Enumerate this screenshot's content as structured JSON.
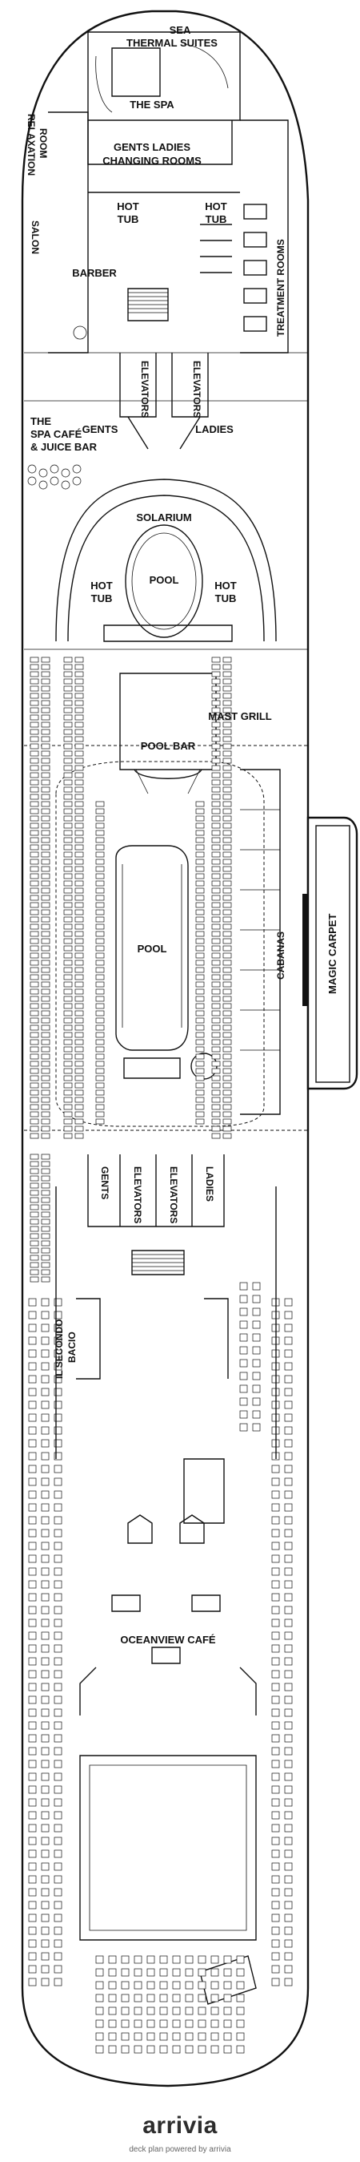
{
  "labels": {
    "sea_thermal_1": "SEA",
    "sea_thermal_2": "THERMAL SUITES",
    "the_spa": "THE SPA",
    "relaxation_1": "RELAXATION",
    "relaxation_2": "ROOM",
    "gents_ladies_1": "GENTS    LADIES",
    "changing_rooms": "CHANGING ROOMS",
    "salon": "SALON",
    "barber": "BARBER",
    "hot_tub_a": "HOT",
    "hot_tub_b": "TUB",
    "treatment_rooms": "TREATMENT ROOMS",
    "elevators": "ELEVATORS",
    "gents": "GENTS",
    "ladies": "LADIES",
    "spa_cafe_1": "THE",
    "spa_cafe_2": "SPA CAFÉ",
    "spa_cafe_3": "& JUICE BAR",
    "solarium": "SOLARIUM",
    "pool": "POOL",
    "mast_grill": "MAST GRILL",
    "pool_bar": "POOL BAR",
    "cabanas": "CABANAS",
    "magic_carpet": "MAGIC CARPET",
    "il_secondo_1": "IL SECONDO",
    "il_secondo_2": "BACIO",
    "oceanview_cafe": "OCEANVIEW CAFÉ"
  },
  "footer": {
    "brand": "arrivia",
    "powered_by": "deck plan powered by arrivia"
  }
}
